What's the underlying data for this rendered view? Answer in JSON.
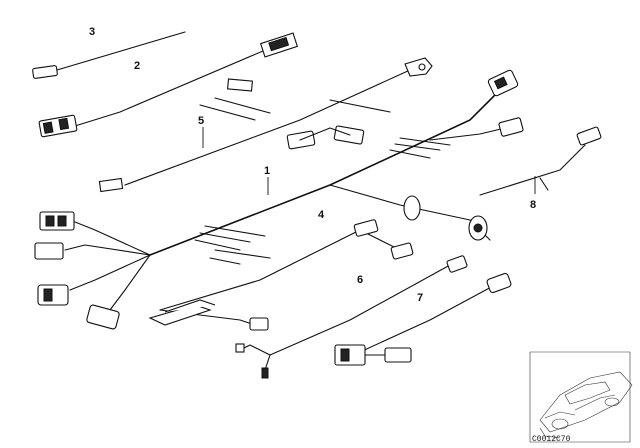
{
  "callouts": [
    {
      "id": "1",
      "label": "1"
    },
    {
      "id": "2",
      "label": "2"
    },
    {
      "id": "3",
      "label": "3"
    },
    {
      "id": "4",
      "label": "4"
    },
    {
      "id": "5",
      "label": "5"
    },
    {
      "id": "6",
      "label": "6"
    },
    {
      "id": "7",
      "label": "7"
    },
    {
      "id": "8",
      "label": "8"
    }
  ],
  "diagram_code": "C0012C70",
  "colors": {
    "line": "#111111",
    "background": "#ffffff"
  }
}
